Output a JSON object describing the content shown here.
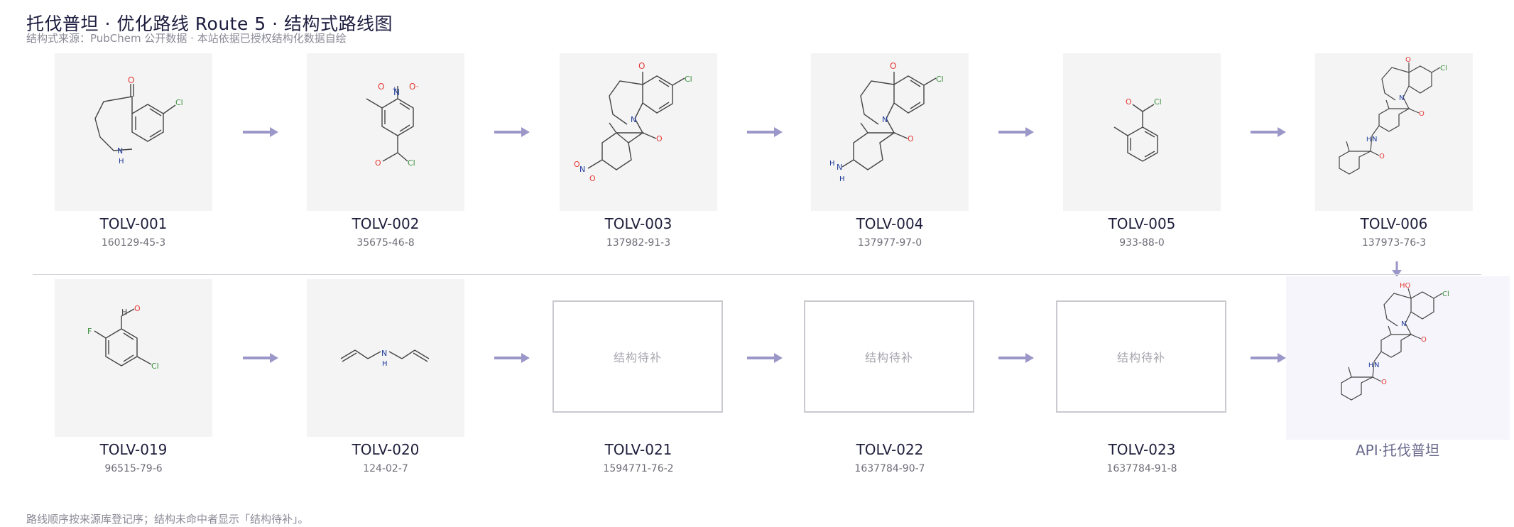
{
  "header": {
    "title": "托伐普坦 · 优化路线 Route 5 · 结构式路线图",
    "subtitle": "结构式来源：PubChem 公开数据 · 本站依据已授权结构化数据自绘"
  },
  "footer": {
    "note": "路线顺序按来源库登记序；结构未命中者显示「结构待补」。"
  },
  "placeholder_text": "结构待补",
  "colors": {
    "arrow": "#9b97c9",
    "tile": "#f4f4f5",
    "api_bg": "#f5f5fb",
    "oxygen": "#e53935",
    "nitrogen": "#1e3a9a",
    "chlorine": "#3a8f3a",
    "fluorine": "#3a8f3a"
  },
  "row1": [
    {
      "id": "TOLV-001",
      "cas": "160129-45-3"
    },
    {
      "id": "TOLV-002",
      "cas": "35675-46-8"
    },
    {
      "id": "TOLV-003",
      "cas": "137982-91-3"
    },
    {
      "id": "TOLV-004",
      "cas": "137977-97-0"
    },
    {
      "id": "TOLV-005",
      "cas": "933-88-0"
    },
    {
      "id": "TOLV-006",
      "cas": "137973-76-3"
    }
  ],
  "row2": [
    {
      "id": "TOLV-019",
      "cas": "96515-79-6"
    },
    {
      "id": "TOLV-020",
      "cas": "124-02-7"
    },
    {
      "id": "TOLV-021",
      "cas": "1594771-76-2"
    },
    {
      "id": "TOLV-022",
      "cas": "1637784-90-7"
    },
    {
      "id": "TOLV-023",
      "cas": "1637784-91-8"
    }
  ],
  "api": {
    "label": "API·托伐普坦"
  },
  "atom_labels": {
    "O": "O",
    "N": "N",
    "H": "H",
    "Cl": "Cl",
    "F": "F",
    "OH": "HO",
    "plus": "+",
    "minus": "-"
  }
}
